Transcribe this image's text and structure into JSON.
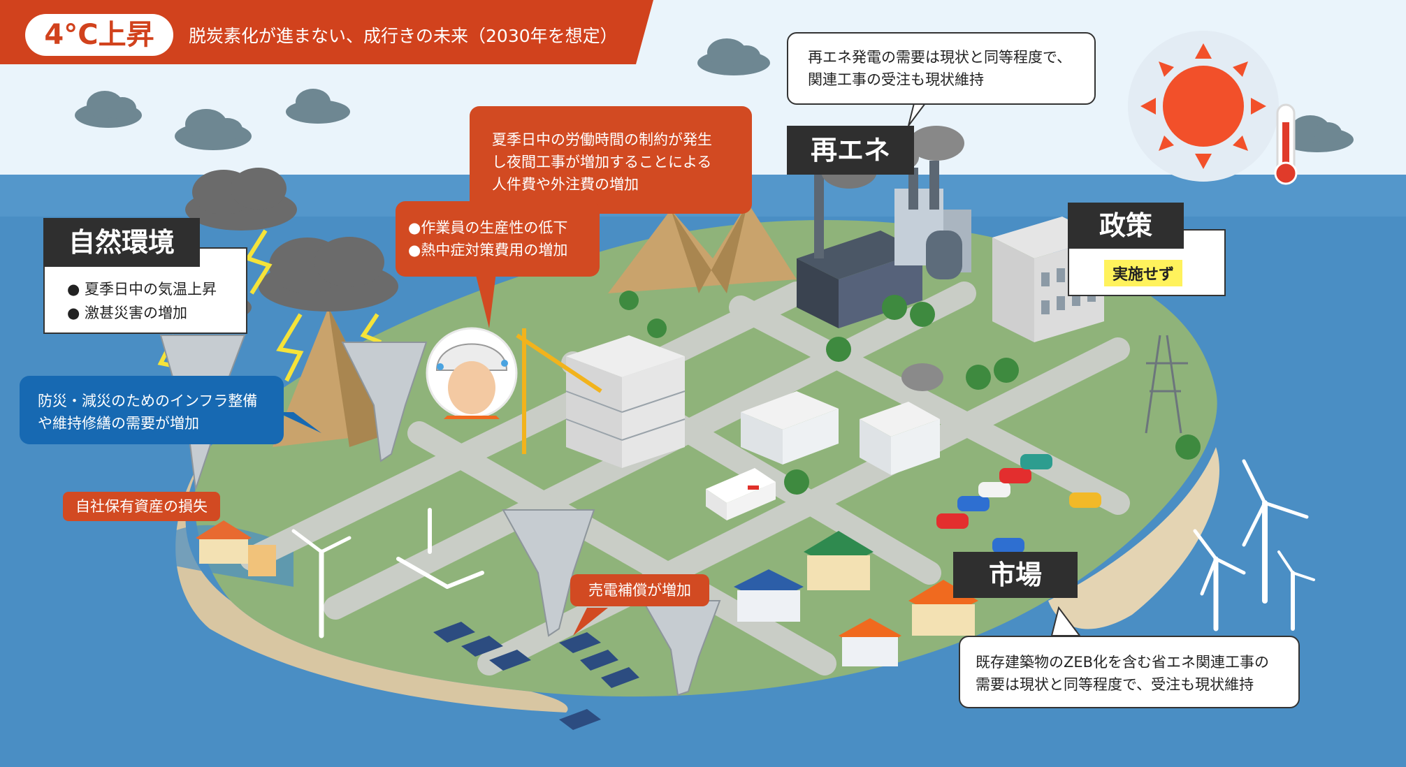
{
  "header": {
    "badge": "4°C上昇",
    "subtitle": "脱炭素化が進まない、成行きの未来（2030年を想定）"
  },
  "sections": {
    "shizen": {
      "title": "自然環境",
      "items": [
        "● 夏季日中の気温上昇",
        "● 激甚災害の増加"
      ]
    },
    "saiene": {
      "title": "再エネ",
      "callout": [
        "再エネ発電の需要は現状と同等程度で、",
        "関連工事の受注も現状維持"
      ]
    },
    "seisaku": {
      "title": "政策",
      "tag": "実施せず"
    },
    "shijou": {
      "title": "市場",
      "callout": [
        "既存建築物のZEB化を含む省エネ関連工事の",
        "需要は現状と同等程度で、受注も現状維持"
      ]
    }
  },
  "notes": {
    "labor": [
      "夏季日中の労働時間の制約が発生",
      "し夜間工事が増加することによる",
      "人件費や外注費の増加"
    ],
    "worker": [
      "●作業員の生産性の低下",
      "●熱中症対策費用の増加"
    ],
    "infra": [
      "防災・減災のためのインフラ整備",
      "や維持修繕の需要が増加"
    ],
    "asset_loss": "自社保有資産の損失",
    "power_comp": "売電補償が増加"
  },
  "colors": {
    "header_bg": "#d1421d",
    "sky": "#eaf4fb",
    "sea": "#4a8ec4",
    "island": "#8fb37a",
    "road": "#c9cdc6",
    "sun": "#f2502a",
    "callout_orange": "#d24a22",
    "callout_blue": "#1769b2",
    "label_dark": "#2f2f2f",
    "tag_yellow": "#fff25c"
  },
  "icons": [
    "cloud-icon",
    "sun-icon",
    "thermometer-icon",
    "tornado-icon",
    "wind-turbine-icon",
    "factory-icon",
    "crane-icon",
    "ambulance-icon",
    "house-icon",
    "car-icon",
    "solar-panel-icon",
    "pylon-icon",
    "tree-icon",
    "worker-avatar-icon"
  ]
}
